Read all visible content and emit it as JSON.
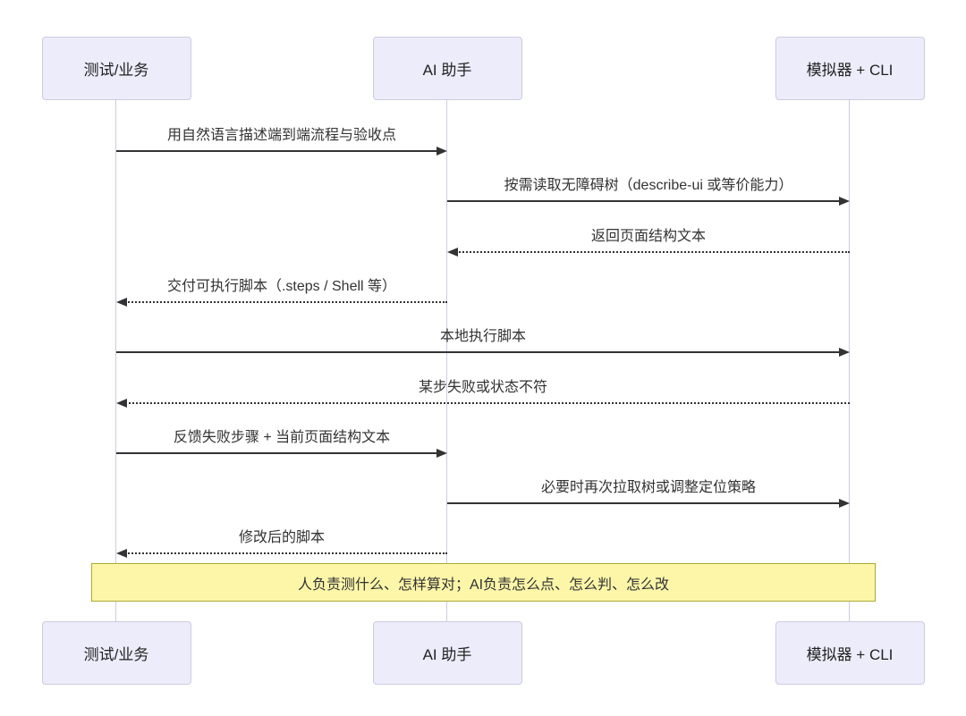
{
  "diagram": {
    "type": "sequence-diagram",
    "actors": [
      {
        "id": "tester",
        "label": "测试/业务"
      },
      {
        "id": "ai-assistant",
        "label": "AI 助手"
      },
      {
        "id": "simulator-cli",
        "label": "模拟器 + CLI"
      }
    ],
    "messages": [
      {
        "text": "用自然语言描述端到端流程与验收点",
        "from": 0,
        "to": 1,
        "style": "solid"
      },
      {
        "text": "按需读取无障碍树（describe-ui 或等价能力）",
        "from": 1,
        "to": 2,
        "style": "solid"
      },
      {
        "text": "返回页面结构文本",
        "from": 2,
        "to": 1,
        "style": "dashed"
      },
      {
        "text": "交付可执行脚本（.steps / Shell 等）",
        "from": 1,
        "to": 0,
        "style": "dashed"
      },
      {
        "text": "本地执行脚本",
        "from": 0,
        "to": 2,
        "style": "solid"
      },
      {
        "text": "某步失败或状态不符",
        "from": 2,
        "to": 0,
        "style": "dashed"
      },
      {
        "text": "反馈失败步骤 + 当前页面结构文本",
        "from": 0,
        "to": 1,
        "style": "solid"
      },
      {
        "text": "必要时再次拉取树或调整定位策略",
        "from": 1,
        "to": 2,
        "style": "solid"
      },
      {
        "text": "修改后的脚本",
        "from": 1,
        "to": 0,
        "style": "dashed"
      }
    ],
    "note": {
      "text": "人负责测什么、怎样算对；AI负责怎么点、怎么判、怎么改"
    },
    "colors": {
      "background": "#FFFFFF",
      "actor_fill": "#ECECFB",
      "actor_border": "#CCCCE0",
      "lifeline": "#CCCCE2",
      "arrow": "#333333",
      "text": "#333333",
      "note_fill": "#FDF6A9",
      "note_border": "#AAAA33"
    }
  }
}
